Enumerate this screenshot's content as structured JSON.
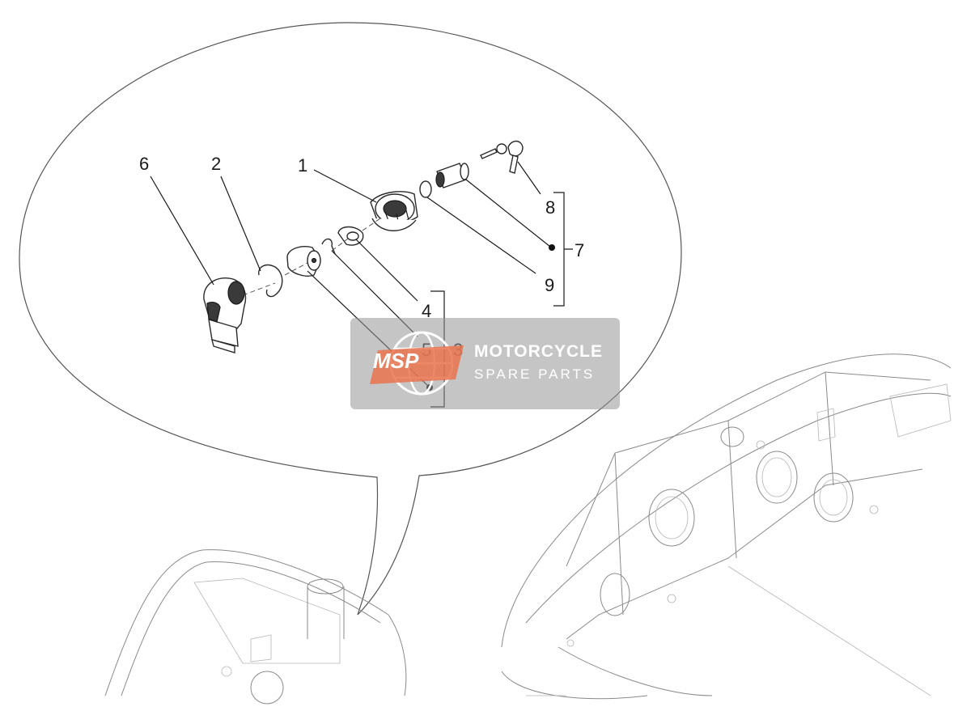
{
  "callouts": {
    "c1": "1",
    "c2": "2",
    "c3": "3",
    "c4": "4",
    "c5": "5",
    "c6": "6",
    "c7": "7",
    "c8": "8",
    "c9": "9"
  },
  "watermark": {
    "logo": "MSP",
    "title": "MOTORCYCLE",
    "subtitle": "SPARE PARTS",
    "accent_color": "#e9724c"
  }
}
